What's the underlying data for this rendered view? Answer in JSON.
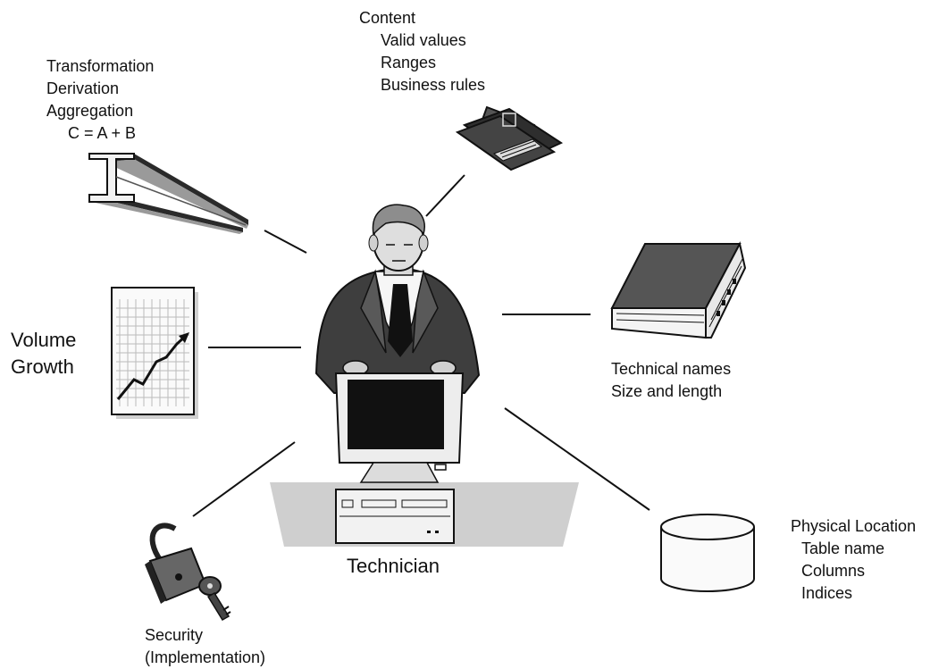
{
  "colors": {
    "ink": "#111111",
    "dark_gray": "#3c3c3c",
    "mid_gray": "#8a8a8a",
    "light_gray": "#cfcfcf",
    "paper": "#ffffff"
  },
  "center": {
    "label": "Technician"
  },
  "content": {
    "heading": "Content",
    "items": [
      "Valid values",
      "Ranges",
      "Business rules"
    ]
  },
  "transformation": {
    "lines": [
      "Transformation",
      "Derivation",
      "Aggregation"
    ],
    "formula": "C = A + B"
  },
  "volume": {
    "lines": [
      "Volume",
      "Growth"
    ]
  },
  "technical": {
    "lines": [
      "Technical names",
      "Size and length"
    ]
  },
  "physical": {
    "heading": "Physical Location",
    "items": [
      "Table name",
      "Columns",
      "Indices"
    ]
  },
  "security": {
    "lines": [
      "Security",
      "(Implementation)"
    ]
  },
  "icons": [
    "i-beam-icon",
    "wallet-icon",
    "growth-chart-icon",
    "book-icon",
    "database-cylinder-icon",
    "padlock-key-icon",
    "technician-computer-illustration"
  ]
}
